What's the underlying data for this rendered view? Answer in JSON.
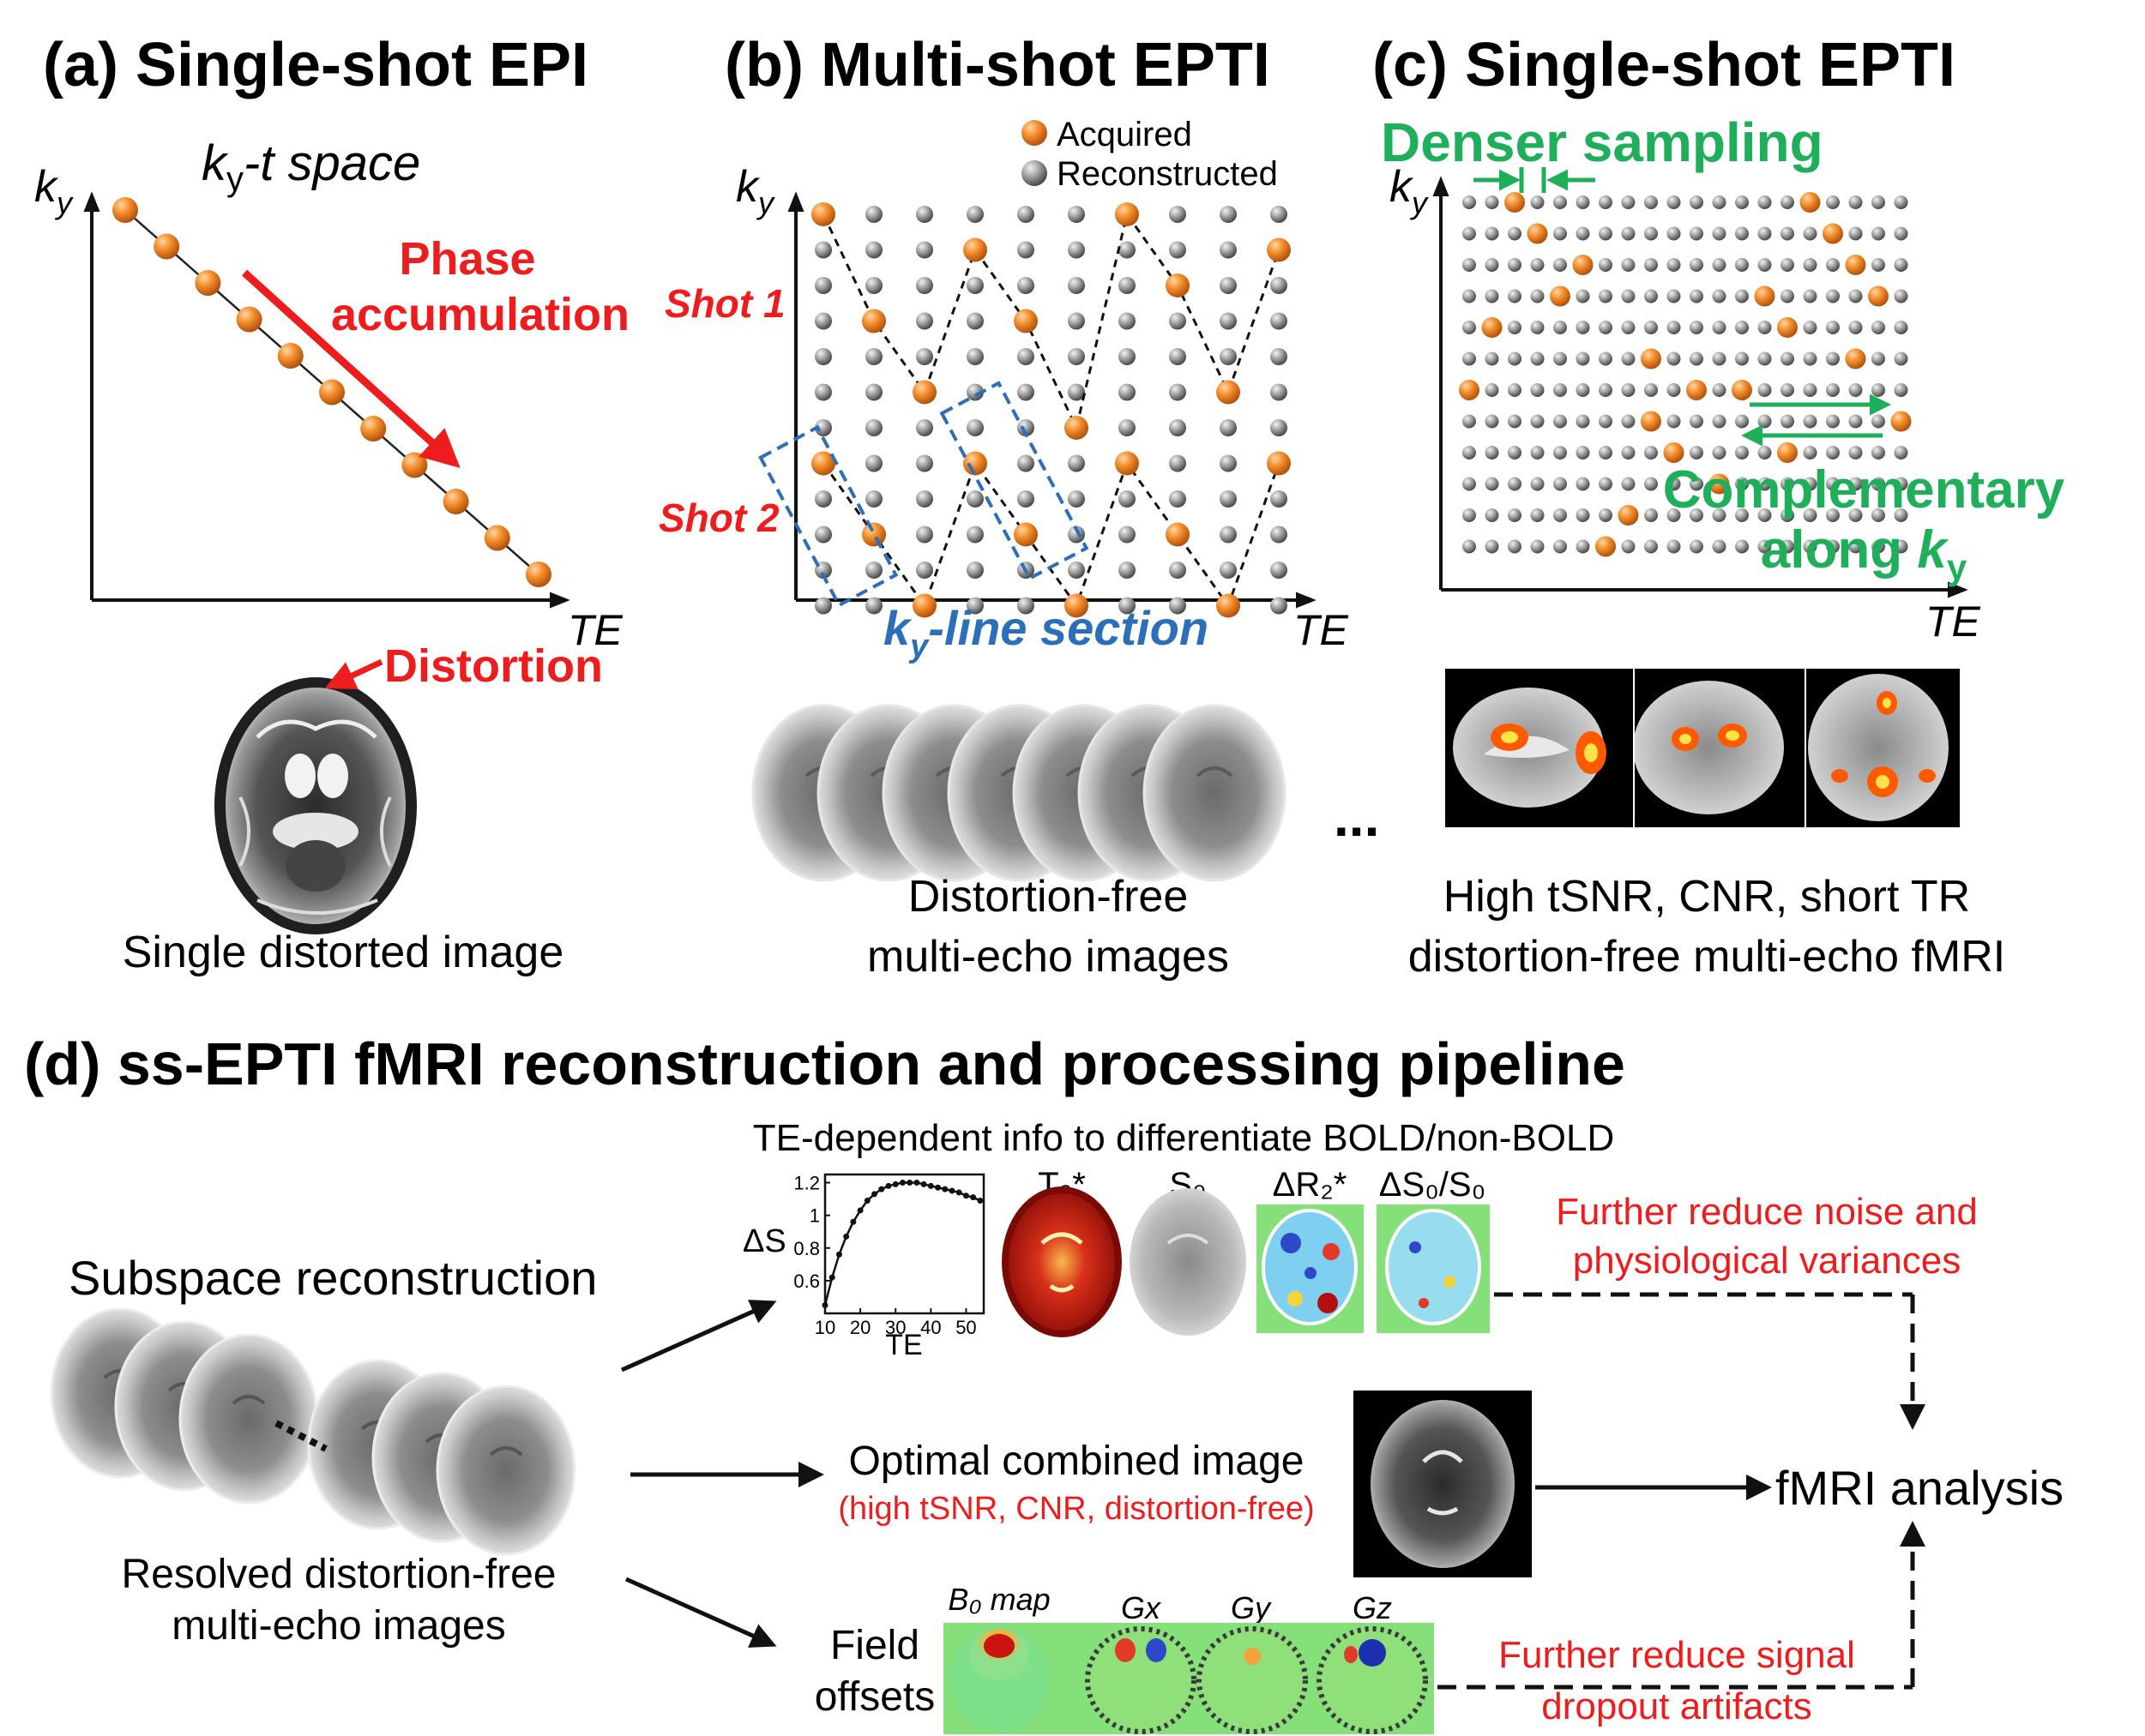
{
  "panel_a": {
    "title": "(a) Single-shot EPI",
    "space_label_k": "k",
    "space_label_y": "y",
    "space_label_rest": "-t space",
    "ky_axis_k": "k",
    "ky_axis_y": "y",
    "te_axis": "TE",
    "arrow_label_line1": "Phase",
    "arrow_label_line2": "accumulation",
    "distortion_label": "Distortion",
    "caption": "Single distorted image"
  },
  "panel_b": {
    "title": "(b) Multi-shot EPTI",
    "legend_acquired": "Acquired",
    "legend_reconstructed": "Reconstructed",
    "ky_axis_k": "k",
    "ky_axis_y": "y",
    "te_axis": "TE",
    "shot1": "Shot 1",
    "shot2": "Shot 2",
    "section_k": "k",
    "section_y": "y",
    "section_rest": "-line section",
    "caption_line1": "Distortion-free",
    "caption_line2": "multi-echo images",
    "ellipsis": "..."
  },
  "panel_c": {
    "title": "(c) Single-shot EPTI",
    "denser": "Denser sampling",
    "ky_axis_k": "k",
    "ky_axis_y": "y",
    "te_axis": "TE",
    "complementary_line1": "Complementary",
    "complementary_line2_prefix": "along ",
    "complementary_k": "k",
    "complementary_y": "y",
    "caption_line1": "High tSNR, CNR, short TR",
    "caption_line2": "distortion-free multi-echo fMRI"
  },
  "panel_d": {
    "title": "(d) ss-EPTI fMRI reconstruction and processing pipeline",
    "te_info": "TE-dependent info to differentiate BOLD/non-BOLD",
    "subspace": "Subspace reconstruction",
    "resolved_line1": "Resolved distortion-free",
    "resolved_line2": "multi-echo images",
    "map_t2": "T₂*",
    "map_s0": "S₀",
    "map_dr2": "ΔR₂*",
    "map_ds0": "ΔS₀/S₀",
    "further_noise_line1": "Further reduce noise and",
    "further_noise_line2": "physiological variances",
    "optimal_line1": "Optimal combined image",
    "optimal_line2": "(high tSNR, CNR, distortion-free)",
    "fmri_analysis": "fMRI analysis",
    "field_line1": "Field",
    "field_line2": "offsets",
    "b0_map": "B₀ map",
    "gx": "Gx",
    "gy": "Gy",
    "gz": "Gz",
    "further_signal_line1": "Further reduce signal",
    "further_signal_line2": "dropout artifacts"
  },
  "mini_chart": {
    "xlabel": "TE",
    "ylabel": "ΔS",
    "yticks": [
      "1.2",
      "1",
      "0.8",
      "0.6"
    ],
    "xticks": [
      "10",
      "20",
      "30",
      "40",
      "50"
    ],
    "x": [
      10,
      12,
      14,
      16,
      18,
      20,
      22,
      24,
      26,
      28,
      30,
      32,
      34,
      36,
      38,
      40,
      42,
      44,
      46,
      48,
      50,
      52,
      54
    ],
    "y": [
      0.45,
      0.62,
      0.76,
      0.87,
      0.96,
      1.03,
      1.09,
      1.13,
      1.16,
      1.18,
      1.19,
      1.2,
      1.2,
      1.2,
      1.19,
      1.18,
      1.17,
      1.16,
      1.15,
      1.14,
      1.12,
      1.11,
      1.09
    ]
  },
  "colors": {
    "red": "#ee1c1c",
    "green": "#1fae5a",
    "blue": "#2a6fb8",
    "orange": "#f08a24",
    "gray_dot": "#8f8f8f",
    "map_bg_green": "#86e07a"
  }
}
